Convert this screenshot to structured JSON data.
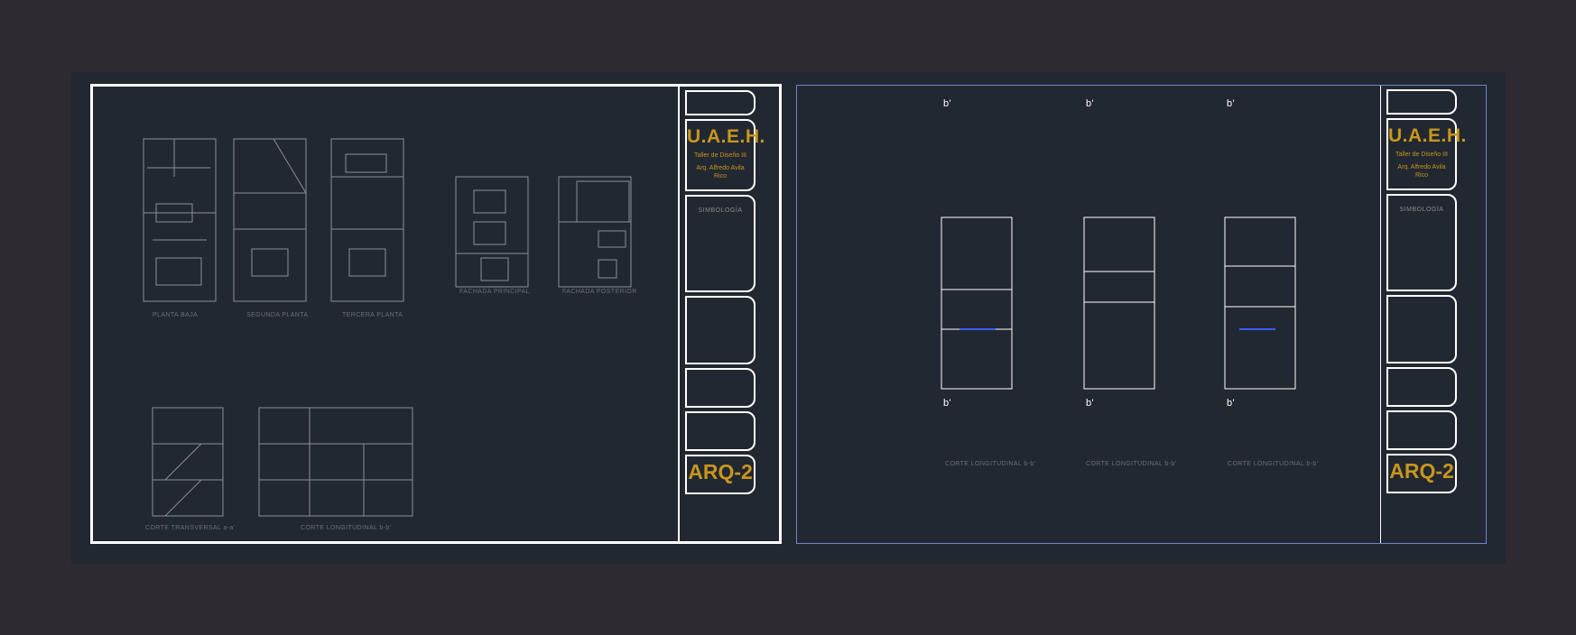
{
  "sheet1": {
    "labels": {
      "planta_baja": "PLANTA BAJA",
      "segunda_planta": "SEGUNDA PLANTA",
      "tercera_planta": "TERCERA PLANTA",
      "fachada_principal": "FACHADA PRINCIPAL",
      "fachada_posterior": "FACHADA POSTERIOR",
      "corte_transversal": "CORTE TRANSVERSAL a-a'",
      "corte_longitudinal": "CORTE LONGITUDINAL b-b'"
    }
  },
  "sheet2": {
    "labels": {
      "corte1": "CORTE LONGITUDINAL b-b'",
      "corte2": "CORTE LONGITUDINAL b-b'",
      "corte3": "CORTE LONGITUDINAL b-b'"
    },
    "section_mark_top": "b'",
    "section_mark_bottom": "b'"
  },
  "titleblock": {
    "university": "U.A.E.H.",
    "course": "Taller de Diseño III",
    "professor_line1": "Arq. Alfredo Avila",
    "professor_line2": "Rico",
    "symbology": "SIMBOLOGÍA",
    "sheet_code": "ARQ-2"
  },
  "colors": {
    "background": "#2d2a31",
    "canvas": "#212831",
    "accent": "#c8961e",
    "line": "#ffffff",
    "sheet2_border": "#6f86c9",
    "blue_marks": "#3a5cff"
  }
}
